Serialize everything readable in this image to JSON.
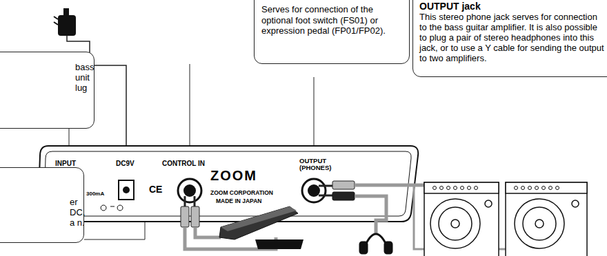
{
  "diagram": {
    "nodes": [
      {
        "text": [
          "bass unit lug"
        ]
      },
      {
        "text": [
          "er DC, a n."
        ]
      },
      {
        "text": [
          "Serves for connection of the optional foot switch (FS01) or expression pedal (FP01/FP02)."
        ]
      },
      {
        "text": [
          "OUTPUT jack",
          "This stereo phone jack serves for connection to the bass guitar amplifier. It is also possible to plug a pair of stereo headphones into this jack, or to use a Y cable for sending the output to two amplifiers."
        ]
      }
    ],
    "labels": [
      "INPUT",
      "DC9V",
      "300mA",
      "CE",
      "CONTROL IN",
      "ZOOM",
      "ZOOM CORPORATION",
      "MADE IN JAPAN",
      "OUTPUT (PHONES)"
    ]
  }
}
